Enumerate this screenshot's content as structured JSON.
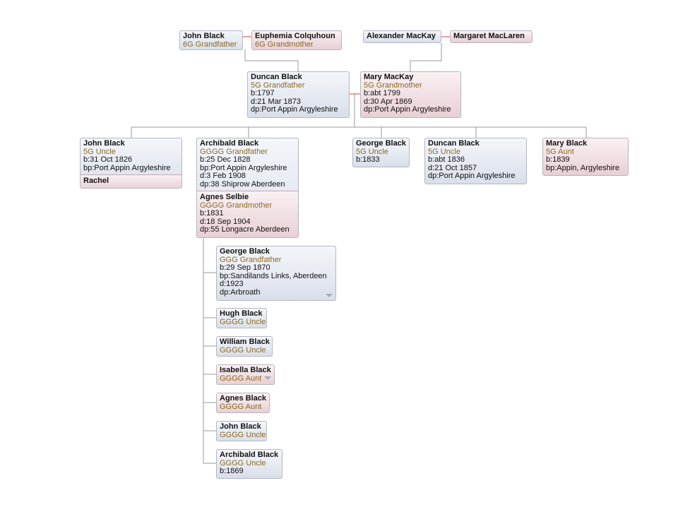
{
  "colors": {
    "line": "#9a9a9a",
    "spouse_link": "#d24a2a",
    "relationship_text": "#8a6a22"
  },
  "cards": {
    "john_black_6g": {
      "name": "John Black",
      "rel": "6G Grandfather",
      "gender": "male"
    },
    "euphemia": {
      "name": "Euphemia Colquhoun",
      "rel": "6G Grandmother",
      "gender": "female"
    },
    "alexander": {
      "name": "Alexander MacKay",
      "gender": "male"
    },
    "margaret": {
      "name": "Margaret MacLaren",
      "gender": "female"
    },
    "duncan_5g": {
      "name": "Duncan Black",
      "rel": "5G Grandfather",
      "facts": [
        "b:1797",
        "d:21 Mar 1873",
        "dp:Port Appin Argyleshire"
      ],
      "gender": "male"
    },
    "mary_mackay": {
      "name": "Mary MacKay",
      "rel": "5G Grandmother",
      "facts": [
        "b:abt 1799",
        "d:30 Apr 1869",
        "dp:Port Appin Argyleshire"
      ],
      "gender": "female"
    },
    "john_5gu": {
      "name": "John Black",
      "rel": "5G Uncle",
      "facts": [
        "b:31 Oct 1826",
        "bp:Port Appin Argyleshire"
      ],
      "spouse": "Rachel",
      "gender": "male"
    },
    "archibald_4g": {
      "name": "Archibald Black",
      "rel": "GGGG Grandfather",
      "facts": [
        "b:25 Dec 1828",
        "bp:Port Appin Argyleshire",
        "d:3 Feb 1908",
        "dp:38 Shiprow Aberdeen"
      ],
      "gender": "male"
    },
    "agnes_selbie": {
      "name": "Agnes Selbie",
      "rel": "GGGG Grandmother",
      "facts": [
        "b:1831",
        "d:18 Sep 1904",
        "dp:55 Longacre Aberdeen"
      ],
      "gender": "female"
    },
    "george_5gu": {
      "name": "George Black",
      "rel": "5G Uncle",
      "facts": [
        "b:1833"
      ],
      "gender": "male"
    },
    "duncan_5gu": {
      "name": "Duncan Black",
      "rel": "5G Uncle",
      "facts": [
        "b:abt 1836",
        "d:21 Oct 1857",
        "dp:Port Appin Argyleshire"
      ],
      "gender": "male"
    },
    "mary_5ga": {
      "name": "Mary Black",
      "rel": "5G Aunt",
      "facts": [
        "b:1839",
        "bp:Appin, Argyleshire"
      ],
      "gender": "female"
    },
    "george_ggg": {
      "name": "George Black",
      "rel": "GGG Grandfather",
      "facts": [
        "b:29 Sep 1870",
        "bp:Sandilands Links, Aberdeen",
        "d:1923",
        "dp:Arbroath"
      ],
      "gender": "male"
    },
    "hugh": {
      "name": "Hugh Black",
      "rel": "GGGG Uncle",
      "gender": "male"
    },
    "william": {
      "name": "William Black",
      "rel": "GGGG Uncle",
      "gender": "male"
    },
    "isabella": {
      "name": "Isabella Black",
      "rel": "GGGG Aunt",
      "gender": "female"
    },
    "agnes_black": {
      "name": "Agnes Black",
      "rel": "GGGG Aunt",
      "gender": "female"
    },
    "john_4gu": {
      "name": "John Black",
      "rel": "GGGG Uncle",
      "gender": "male"
    },
    "archibald_4gu": {
      "name": "Archibald Black",
      "rel": "GGGG Uncle",
      "facts": [
        "b:1869"
      ],
      "gender": "male"
    }
  }
}
